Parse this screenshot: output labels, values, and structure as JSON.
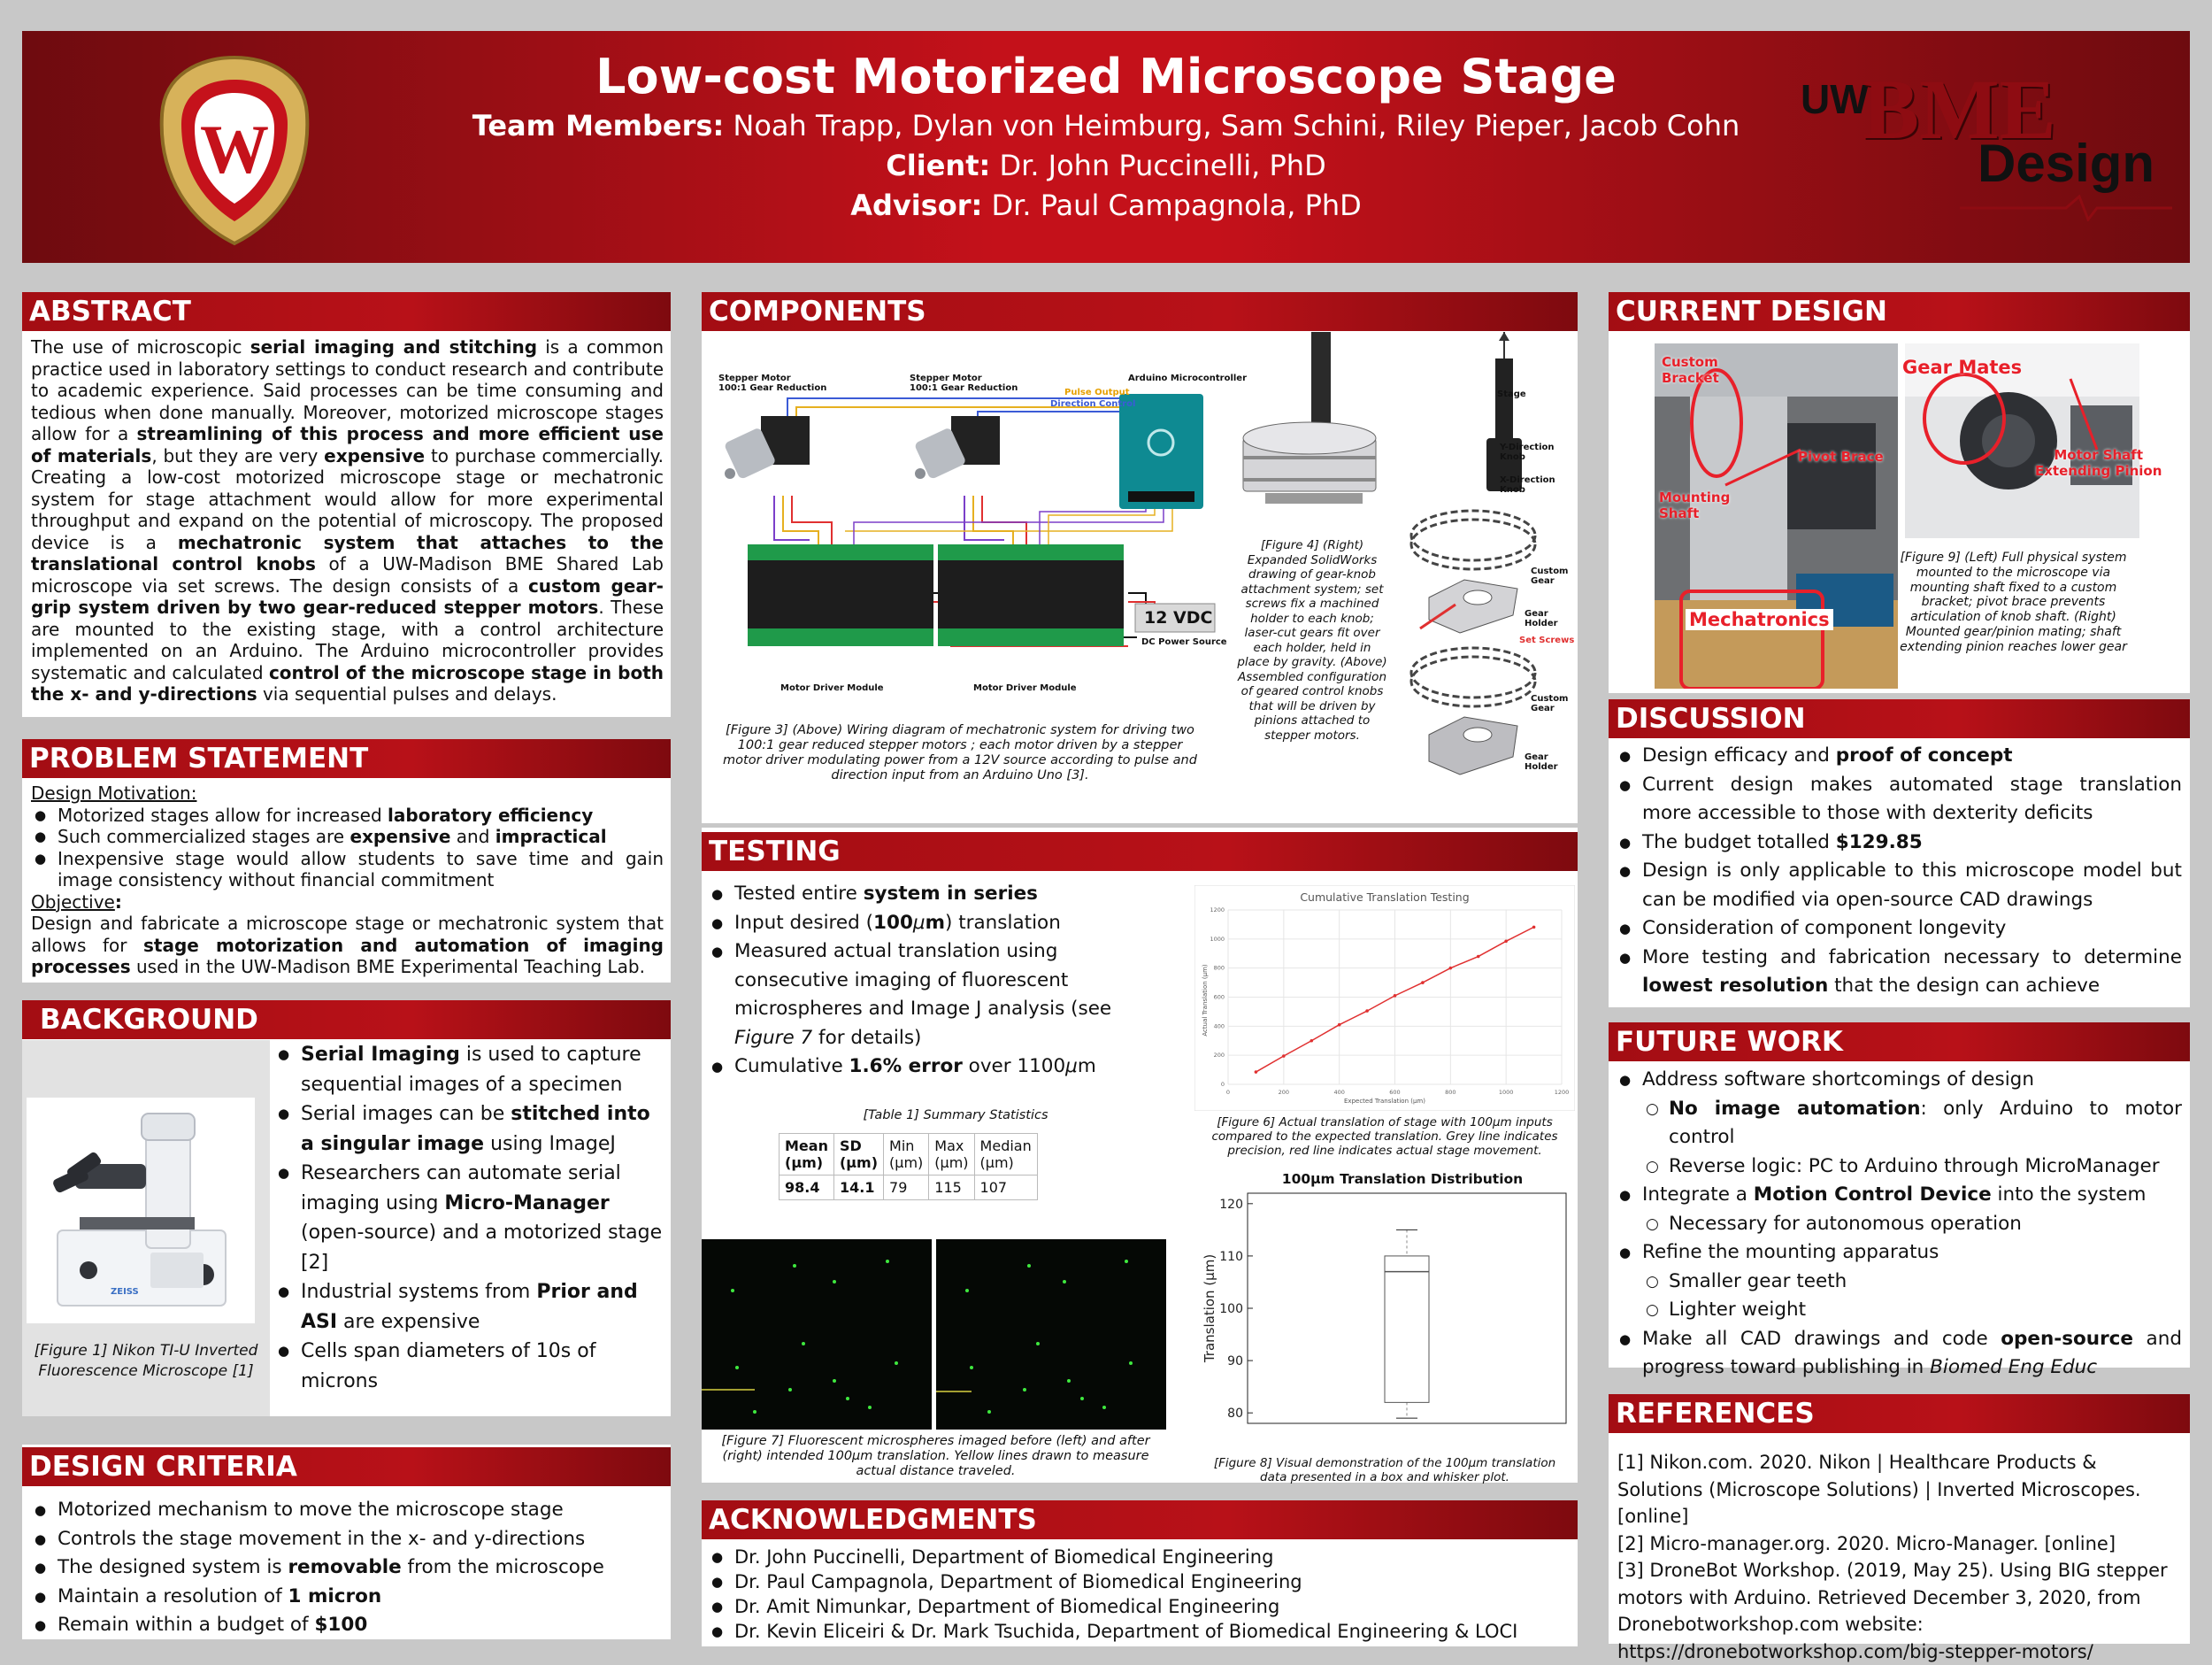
{
  "header": {
    "title": "Low-cost Motorized Microscope Stage",
    "team_label": "Team Members:",
    "team_names": "Noah Trapp, Dylan von Heimburg, Sam Schini, Riley Pieper, Jacob Cohn",
    "client_label": "Client:",
    "client_name": "Dr. John Puccinelli, PhD",
    "advisor_label": "Advisor:",
    "advisor_name": "Dr. Paul Campagnola, PhD",
    "logo_uw": "UW",
    "logo_bme": "BME",
    "logo_design": "Design"
  },
  "sections": {
    "abstract": "ABSTRACT",
    "problem": "PROBLEM STATEMENT",
    "background": "BACKGROUND",
    "criteria": "DESIGN CRITERIA",
    "components": "COMPONENTS",
    "testing": "TESTING",
    "acknowledgments": "ACKNOWLEDGMENTS",
    "current_design": "CURRENT DESIGN",
    "discussion": "DISCUSSION",
    "future_work": "FUTURE WORK",
    "references": "REFERENCES"
  },
  "abstract": [
    {
      "t": "The use of microscopic "
    },
    {
      "b": "serial imaging and stitching"
    },
    {
      "t": " is a common practice used in laboratory settings to conduct research and contribute to academic experience. Said processes can be time consuming and tedious when done manually. Moreover, motorized microscope stages allow for a "
    },
    {
      "b": "streamlining of this process and more efficient use of materials"
    },
    {
      "t": ", but they are very "
    },
    {
      "b": "expensive"
    },
    {
      "t": " to purchase commercially. Creating a low-cost motorized microscope stage or mechatronic system for stage attachment would allow for more experimental throughput and expand on the potential of microscopy. The proposed device is a "
    },
    {
      "b": "mechatronic system that attaches to the translational control knobs"
    },
    {
      "t": " of a UW-Madison BME Shared Lab microscope via set screws. The design consists of a "
    },
    {
      "b": "custom gear-grip system driven by two gear-reduced stepper motors"
    },
    {
      "t": ". These are mounted to the existing stage, with a control architecture implemented on an Arduino. The Arduino microcontroller provides systematic and calculated "
    },
    {
      "b": "control of the microscope stage in both the x- and y-directions"
    },
    {
      "t": " via sequential pulses and delays."
    }
  ],
  "problem": {
    "motivation_label": "Design Motivation:",
    "bullets": [
      [
        {
          "t": "Motorized stages allow for increased "
        },
        {
          "b": "laboratory efficiency"
        }
      ],
      [
        {
          "t": "Such commercialized stages are "
        },
        {
          "b": "expensive"
        },
        {
          "t": " and "
        },
        {
          "b": "impractical"
        }
      ],
      [
        {
          "t": "Inexpensive stage would allow students to save time and gain image consistency without financial commitment"
        }
      ]
    ],
    "objective_label": "Objective",
    "objective": [
      {
        "t": "Design and fabricate a microscope stage or mechatronic system that allows for "
      },
      {
        "b": "stage motorization and automation of imaging processes"
      },
      {
        "t": " used in the UW-Madison BME Experimental Teaching Lab."
      }
    ]
  },
  "background": {
    "figure_caption": "[Figure 1] Nikon TI-U Inverted Fluorescence Microscope [1]",
    "bullets": [
      [
        {
          "b": "Serial Imaging"
        },
        {
          "t": " is used to capture sequential images of a specimen"
        }
      ],
      [
        {
          "t": "Serial images can be "
        },
        {
          "b": "stitched into a singular image"
        },
        {
          "t": " using ImageJ"
        }
      ],
      [
        {
          "t": "Researchers can automate serial imaging using "
        },
        {
          "b": "Micro-Manager"
        },
        {
          "t": " (open-source) and a motorized stage [2]"
        }
      ],
      [
        {
          "t": "Industrial systems from "
        },
        {
          "b": "Prior and ASI"
        },
        {
          "t": " are expensive"
        }
      ],
      [
        {
          "t": "Cells span diameters of 10s of microns"
        }
      ]
    ]
  },
  "criteria": [
    [
      {
        "t": "Motorized mechanism to move the microscope stage"
      }
    ],
    [
      {
        "t": "Controls the stage movement in the x- and y-directions"
      }
    ],
    [
      {
        "t": "The designed system is "
      },
      {
        "b": "removable"
      },
      {
        "t": " from the microscope"
      }
    ],
    [
      {
        "t": "Maintain a resolution of "
      },
      {
        "b": "1 micron"
      }
    ],
    [
      {
        "t": "Remain within a budget of "
      },
      {
        "b": "$100"
      }
    ]
  ],
  "components": {
    "wiring_labels": {
      "motor1": "Stepper Motor\n100:1 Gear Reduction",
      "motor2": "Stepper Motor\n100:1 Gear Reduction",
      "arduino": "Arduino Microcontroller",
      "pulse": "Pulse Output",
      "direction": "Direction Control",
      "driver1": "Motor Driver Module",
      "driver2": "Motor Driver Module",
      "vdc": "12 VDC",
      "dc_source": "DC Power Source"
    },
    "fig3_caption": "[Figure 3] (Above) Wiring diagram of mechatronic system for driving two 100:1 gear reduced stepper motors ; each motor driven by a stepper motor driver modulating power from a 12V source according to pulse and direction input from an Arduino Uno [3].",
    "fig4_caption": "[Figure 4] (Right) Expanded SolidWorks drawing of gear-knob attachment system; set screws fix a machined holder to each knob; laser-cut gears fit over each holder, held in place by gravity. (Above) Assembled configuration of geared control knobs that will be driven by pinions attached to stepper motors.",
    "cad_labels": {
      "stage": "Stage",
      "yknob": "Y-Direction\nKnob",
      "xknob": "X-Direction\nKnob",
      "gear1": "Custom\nGear",
      "holder1": "Gear\nHolder",
      "setscrews": "Set Screws",
      "gear2": "Custom\nGear",
      "holder2": "Gear\nHolder"
    }
  },
  "testing": {
    "bullets": [
      [
        {
          "t": "Tested entire "
        },
        {
          "b": "system in series"
        }
      ],
      [
        {
          "t": "Input desired ("
        },
        {
          "b": "100"
        },
        {
          "i": "μ"
        },
        {
          "b": "m"
        },
        {
          "t": ") translation"
        }
      ],
      [
        {
          "t": "Measured actual translation using consecutive imaging of fluorescent microspheres and Image J analysis (see "
        },
        {
          "i": "Figure 7"
        },
        {
          "t": " for details)"
        }
      ],
      [
        {
          "t": "Cumulative "
        },
        {
          "b": "1.6% error"
        },
        {
          "t": " over 1100"
        },
        {
          "i": "μ"
        },
        {
          "t": "m"
        }
      ]
    ],
    "table_caption": "[Table 1] Summary Statistics",
    "table_headers": [
      "Mean (μm)",
      "SD (μm)",
      "Min (μm)",
      "Max (μm)",
      "Median (μm)"
    ],
    "table_values": [
      "98.4",
      "14.1",
      "79",
      "115",
      "107"
    ],
    "fig6_caption": "[Figure 6] Actual translation of stage with 100μm inputs compared to the expected translation. Grey line indicates precision, red line indicates actual stage movement.",
    "fig7_caption": "[Figure 7] Fluorescent microspheres imaged before (left) and after (right) intended 100μm translation. Yellow lines drawn to measure actual distance traveled.",
    "fig8_caption": "[Figure 8] Visual demonstration of the 100μm translation data presented in a box and whisker plot."
  },
  "acknowledgments": [
    "Dr. John Puccinelli, Department of Biomedical Engineering",
    "Dr. Paul Campagnola, Department of Biomedical Engineering",
    "Dr. Amit Nimunkar, Department of Biomedical Engineering",
    "Dr. Kevin Eliceiri & Dr. Mark Tsuchida, Department of Biomedical Engineering & LOCI"
  ],
  "current_design": {
    "photo_labels": {
      "custom_bracket": "Custom\nBracket",
      "pivot_brace": "Pivot Brace",
      "mounting_shaft": "Mounting\nShaft",
      "mechatronics": "Mechatronics",
      "gear_mates": "Gear Mates",
      "motor_shaft": "Motor Shaft\nExtending Pinion"
    },
    "fig9_caption": "[Figure 9] (Left) Full physical system mounted to the microscope via mounting shaft fixed to a custom bracket; pivot brace prevents articulation of knob shaft. (Right) Mounted gear/pinion mating; shaft extending pinion reaches lower gear"
  },
  "discussion": [
    [
      {
        "t": "Design efficacy and "
      },
      {
        "b": "proof of concept"
      }
    ],
    [
      {
        "t": "Current design makes automated stage translation more accessible to those with dexterity deficits"
      }
    ],
    [
      {
        "t": "The budget totalled "
      },
      {
        "b": "$129.85"
      }
    ],
    [
      {
        "t": "Design is only applicable to this microscope model but can be modified via open-source CAD drawings"
      }
    ],
    [
      {
        "t": "Consideration of component longevity"
      }
    ],
    [
      {
        "t": "More testing and fabrication necessary to determine "
      },
      {
        "b": "lowest resolution"
      },
      {
        "t": " that the design can achieve"
      }
    ]
  ],
  "future_work": {
    "b1": [
      {
        "t": "Address software shortcomings of design"
      }
    ],
    "b1_sub": [
      [
        {
          "b": "No image automation"
        },
        {
          "t": ": only Arduino to motor control"
        }
      ],
      [
        {
          "t": "Reverse logic: PC to Arduino through MicroManager"
        }
      ]
    ],
    "b2": [
      {
        "t": "Integrate a "
      },
      {
        "b": "Motion Control Device"
      },
      {
        "t": " into the system"
      }
    ],
    "b2_sub": [
      [
        {
          "t": "Necessary for autonomous operation"
        }
      ]
    ],
    "b3": [
      {
        "t": "Refine the mounting apparatus"
      }
    ],
    "b3_sub": [
      [
        {
          "t": "Smaller gear teeth"
        }
      ],
      [
        {
          "t": "Lighter weight"
        }
      ]
    ],
    "b4": [
      {
        "t": "Make all CAD drawings and code "
      },
      {
        "b": "open-source"
      },
      {
        "t": " and progress toward publishing in "
      },
      {
        "i": "Biomed Eng Educ"
      }
    ]
  },
  "references": [
    "[1] Nikon.com. 2020. Nikon | Healthcare Products & Solutions (Microscope Solutions) | Inverted Microscopes. [online]",
    "[2] Micro-manager.org. 2020. Micro-Manager. [online]",
    "[3] DroneBot Workshop. (2019, May 25). Using BIG stepper motors with Arduino. Retrieved December 3, 2020, from Dronebotworkshop.com website: https://dronebotworkshop.com/big-stepper-motors/"
  ],
  "chart_data": [
    {
      "type": "line",
      "title": "Cumulative Translation Testing",
      "xlabel": "Expected Translation (μm)",
      "ylabel": "Actual Translation (μm)",
      "xlim": [
        0,
        1200
      ],
      "ylim": [
        0,
        1200
      ],
      "x_ticks": [
        "0",
        "200",
        "400",
        "600",
        "800",
        "1000",
        "1200"
      ],
      "y_ticks": [
        "0",
        "200",
        "400",
        "600",
        "800",
        "1000",
        "1200"
      ],
      "grid": true,
      "series": [
        {
          "color": "#e03030",
          "x": [
            100,
            200,
            300,
            400,
            500,
            600,
            700,
            800,
            900,
            1000,
            1100
          ],
          "y": [
            85,
            195,
            300,
            410,
            505,
            610,
            700,
            800,
            880,
            985,
            1082
          ]
        }
      ]
    },
    {
      "type": "box",
      "title": "100μm Translation Distribution",
      "ylabel": "Translation (μm)",
      "ylim": [
        78,
        122
      ],
      "y_ticks": [
        "80",
        "90",
        "100",
        "110",
        "120"
      ],
      "box": {
        "min": 79,
        "q1": 82,
        "median": 107,
        "q3": 110,
        "max": 115
      }
    }
  ]
}
